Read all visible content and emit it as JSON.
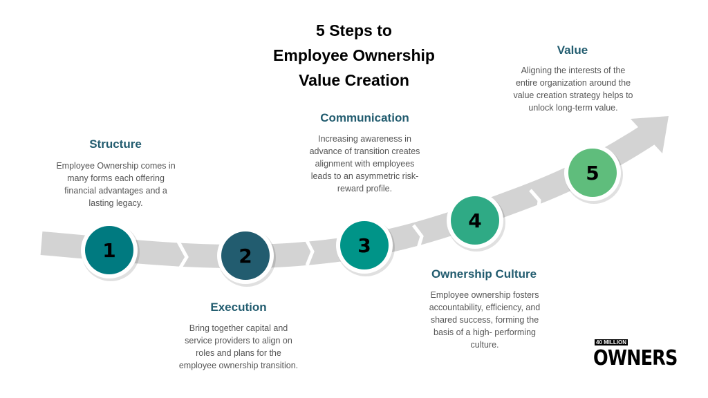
{
  "title": {
    "line1": "5 Steps to",
    "line2": "Employee Ownership",
    "line3": "Value Creation"
  },
  "steps": [
    {
      "number": "1",
      "heading": "Structure",
      "description": "Employee Ownership comes in many forms each offering financial advantages and a lasting legacy.",
      "color": "#007a80"
    },
    {
      "number": "2",
      "heading": "Execution",
      "description": "Bring together capital and service providers to align on roles and plans for the employee ownership transition.",
      "color": "#225c6f"
    },
    {
      "number": "3",
      "heading": "Communication",
      "description": "Increasing awareness in advance of transition creates alignment with employees leads to an asymmetric risk-reward profile.",
      "color": "#009488"
    },
    {
      "number": "4",
      "heading": "Ownership Culture",
      "description": "Employee ownership fosters accountability, efficiency, and shared success, forming the basis of a high- performing culture.",
      "color": "#2faa85"
    },
    {
      "number": "5",
      "heading": "Value",
      "description": "Aligning the interests of the entire organization around the value creation strategy helps to unlock long-term value.",
      "color": "#5fbd7c"
    }
  ],
  "logo": {
    "text": "OWNERS",
    "subtext": "40 MILLION"
  }
}
